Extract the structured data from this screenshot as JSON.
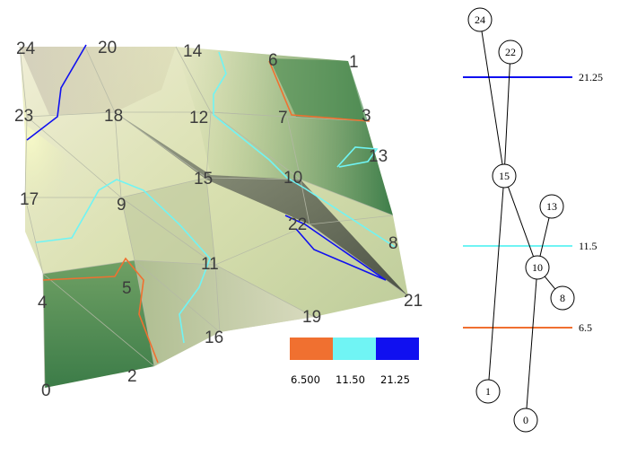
{
  "mesh": {
    "vertices": [
      {
        "id": "0",
        "label": "0"
      },
      {
        "id": "1",
        "label": "1"
      },
      {
        "id": "2",
        "label": "2"
      },
      {
        "id": "3",
        "label": "3"
      },
      {
        "id": "4",
        "label": "4"
      },
      {
        "id": "5",
        "label": "5"
      },
      {
        "id": "6",
        "label": "6"
      },
      {
        "id": "7",
        "label": "7"
      },
      {
        "id": "8",
        "label": "8"
      },
      {
        "id": "9",
        "label": "9"
      },
      {
        "id": "10",
        "label": "10"
      },
      {
        "id": "11",
        "label": "11"
      },
      {
        "id": "12",
        "label": "12"
      },
      {
        "id": "13",
        "label": "13"
      },
      {
        "id": "14",
        "label": "14"
      },
      {
        "id": "15",
        "label": "15"
      },
      {
        "id": "16",
        "label": "16"
      },
      {
        "id": "17",
        "label": "17"
      },
      {
        "id": "18",
        "label": "18"
      },
      {
        "id": "19",
        "label": "19"
      },
      {
        "id": "20",
        "label": "20"
      },
      {
        "id": "21",
        "label": "21"
      },
      {
        "id": "22",
        "label": "22"
      },
      {
        "id": "23",
        "label": "23"
      },
      {
        "id": "24",
        "label": "24"
      }
    ],
    "isoline_colors": {
      "6.5": "#f07030",
      "11.5": "#70f4f4",
      "21.25": "#1010f0"
    }
  },
  "legend": {
    "swatches": [
      {
        "color": "#f07030",
        "label": "6.500"
      },
      {
        "color": "#70f4f4",
        "label": "11.50"
      },
      {
        "color": "#1010f0",
        "label": "21.25"
      }
    ]
  },
  "tree": {
    "nodes": [
      {
        "id": "24",
        "label": "24"
      },
      {
        "id": "22",
        "label": "22"
      },
      {
        "id": "15",
        "label": "15"
      },
      {
        "id": "13",
        "label": "13"
      },
      {
        "id": "10",
        "label": "10"
      },
      {
        "id": "8",
        "label": "8"
      },
      {
        "id": "1",
        "label": "1"
      },
      {
        "id": "0",
        "label": "0"
      }
    ],
    "edges": [
      [
        "24",
        "15"
      ],
      [
        "22",
        "15"
      ],
      [
        "15",
        "1"
      ],
      [
        "15",
        "10"
      ],
      [
        "13",
        "10"
      ],
      [
        "10",
        "8"
      ],
      [
        "10",
        "0"
      ]
    ],
    "levels": [
      {
        "value": "21.25",
        "color": "#1010f0"
      },
      {
        "value": "11.5",
        "color": "#70f4f4"
      },
      {
        "value": "6.5",
        "color": "#f07030"
      }
    ]
  }
}
